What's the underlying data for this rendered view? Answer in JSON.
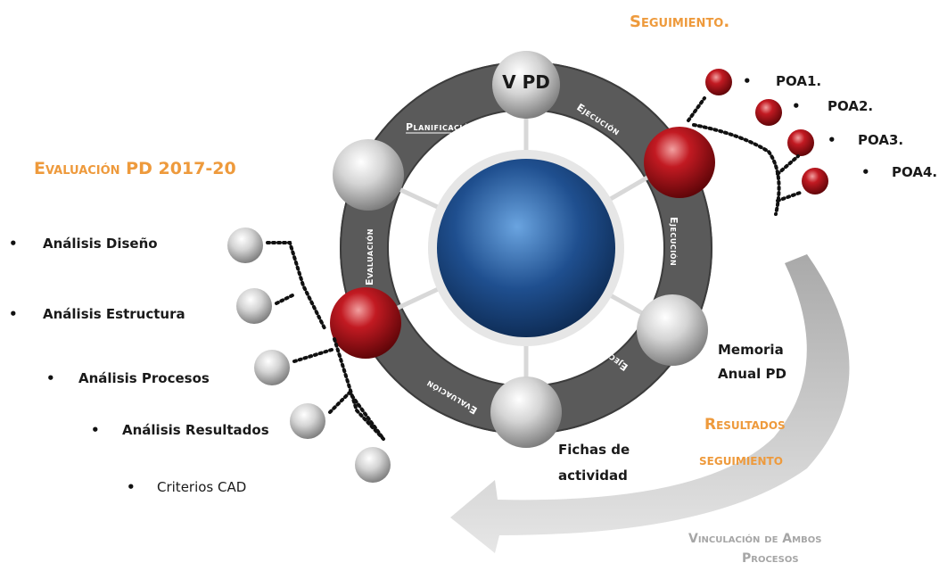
{
  "headings": {
    "seguimiento": "Seguimiento.",
    "evaluacion": "Evaluación PD 2017-20"
  },
  "center_node": "V PD",
  "ring_labels": {
    "planificacion": "Planificación",
    "ejecucion_top": "Ejecución",
    "ejecucion_right": "Ejecución",
    "ejecucion_bottom": "Ejecución",
    "evaluacion_bottom": "Evaluación",
    "evaluacion_left": "Evaluación"
  },
  "poa_items": [
    "POA1.",
    "POA2.",
    "POA3.",
    "POA4."
  ],
  "analysis_items": [
    "Análisis Diseño",
    "Análisis Estructura",
    "Análisis Procesos",
    "Análisis Resultados",
    "Criterios CAD"
  ],
  "memoria": [
    "Memoria",
    "Anual PD"
  ],
  "fichas": [
    "Fichas de",
    "actividad"
  ],
  "resultados": [
    "Resultados",
    "seguimiento"
  ],
  "vinculacion": [
    "Vinculación de Ambos",
    "Procesos"
  ],
  "colors": {
    "orange": "#ee9a3c",
    "ring": "#5a5a5a",
    "red_node": "#b0141d",
    "blue_center": "#1f4f8f",
    "gray_text": "#a6a6a6"
  }
}
